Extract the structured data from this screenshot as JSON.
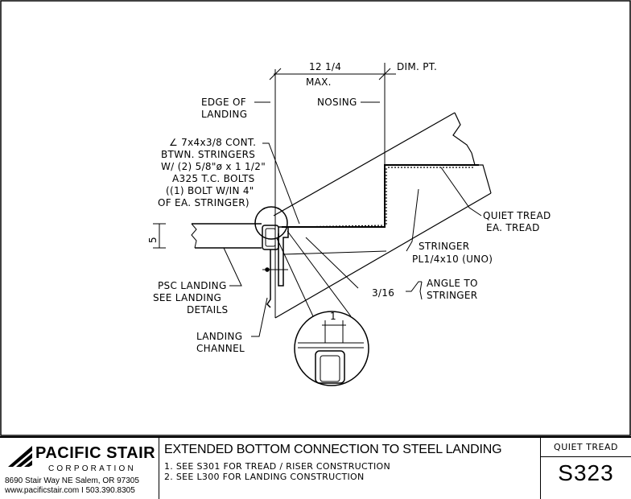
{
  "drawing": {
    "labels": {
      "dim_value": "12 1/4",
      "dim_pt": "DIM. PT.",
      "max": "MAX.",
      "edge_1": "EDGE OF",
      "edge_2": "LANDING",
      "nosing": "NOSING",
      "angle_1": "∠ 7x4x3/8 CONT.",
      "angle_2": "BTWN. STRINGERS",
      "angle_3": "W/ (2) 5/8\"ø x 1 1/2\"",
      "angle_4": "A325 T.C. BOLTS",
      "angle_5": "((1) BOLT W/IN 4\"",
      "angle_6": "OF EA. STRINGER)",
      "quiet_1": "QUIET TREAD",
      "quiet_2": "EA. TREAD",
      "stringer_1": "STRINGER",
      "stringer_2": "PL1/4x10 (UNO)",
      "five": "5",
      "psc_1": "PSC LANDING",
      "psc_2": "SEE LANDING",
      "psc_3": "DETAILS",
      "weld": "3/16",
      "ang_str_1": "ANGLE TO",
      "ang_str_2": "STRINGER",
      "channel_1": "LANDING",
      "channel_2": "CHANNEL",
      "detail_one": "1"
    }
  },
  "title_block": {
    "company": "PACIFIC STAIR",
    "corporation": "CORPORATION",
    "address": "8690 Stair Way NE Salem, OR 97305",
    "web": "www.pacificstair.com  I  503.390.8305",
    "title": "EXTENDED BOTTOM CONNECTION TO STEEL LANDING",
    "note1": "1.  SEE S301 FOR TREAD / RISER CONSTRUCTION",
    "note2": "2. SEE L300 FOR LANDING CONSTRUCTION",
    "category": "QUIET TREAD",
    "sheet_number": "S323"
  }
}
